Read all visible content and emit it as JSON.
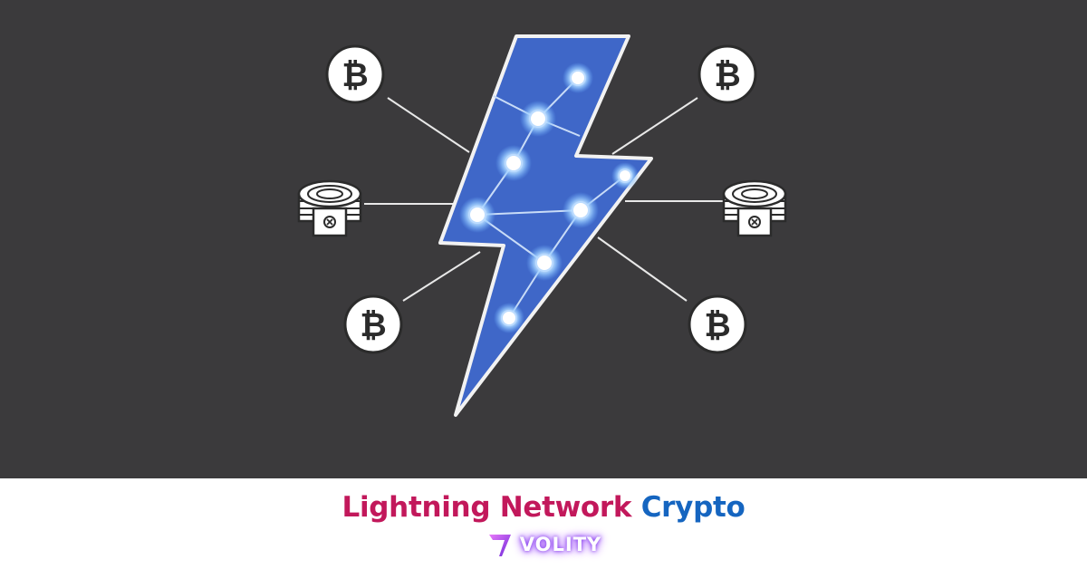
{
  "footer": {
    "title_part1": "Lightning Network",
    "title_part2": "Crypto",
    "brand_name": "VOLITY"
  },
  "colors": {
    "background": "#3b3a3c",
    "bolt_fill": "#3f67c8",
    "node_glow": "#9fd0ff",
    "title_magenta": "#c2185b",
    "title_blue": "#1565c0"
  },
  "icons": {
    "bitcoin": "bitcoin-coin-icon",
    "server": "coin-stack-server-icon",
    "bolt": "lightning-bolt-icon",
    "logo": "volity-logo-icon"
  }
}
